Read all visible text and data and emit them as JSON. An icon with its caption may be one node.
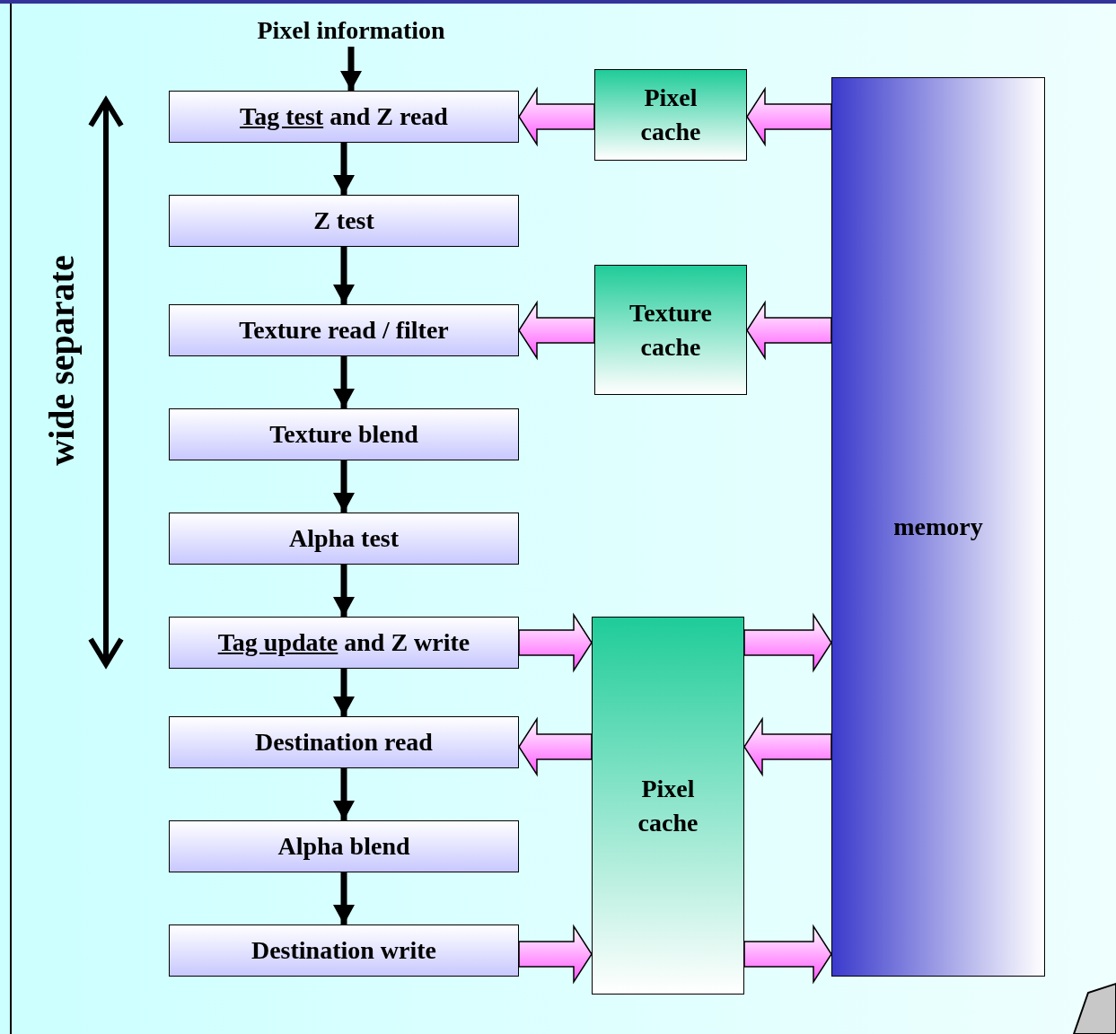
{
  "diagram": {
    "nodes": [
      {
        "text": [
          "Pixel information"
        ]
      },
      {
        "text": [
          "Tag test and Z read"
        ]
      },
      {
        "text": [
          "Z test"
        ]
      },
      {
        "text": [
          "Texture read / filter"
        ]
      },
      {
        "text": [
          "Texture blend"
        ]
      },
      {
        "text": [
          "Alpha test"
        ]
      },
      {
        "text": [
          "Tag update and Z write"
        ]
      },
      {
        "text": [
          "Destination read"
        ]
      },
      {
        "text": [
          "Alpha blend"
        ]
      },
      {
        "text": [
          "Destination write"
        ]
      },
      {
        "text": [
          "Pixel cache"
        ]
      },
      {
        "text": [
          "Texture cache"
        ]
      },
      {
        "text": [
          "Pixel cache"
        ]
      },
      {
        "text": [
          "memory"
        ]
      }
    ],
    "edges": [
      {
        "from": 0,
        "to": 1,
        "arrow": "to",
        "color": "#000000"
      },
      {
        "from": 1,
        "to": 2,
        "arrow": "to",
        "color": "#000000"
      },
      {
        "from": 2,
        "to": 3,
        "arrow": "to",
        "color": "#000000"
      },
      {
        "from": 3,
        "to": 4,
        "arrow": "to",
        "color": "#000000"
      },
      {
        "from": 4,
        "to": 5,
        "arrow": "to",
        "color": "#000000"
      },
      {
        "from": 5,
        "to": 6,
        "arrow": "to",
        "color": "#000000"
      },
      {
        "from": 6,
        "to": 7,
        "arrow": "to",
        "color": "#000000"
      },
      {
        "from": 7,
        "to": 8,
        "arrow": "to",
        "color": "#000000"
      },
      {
        "from": 8,
        "to": 9,
        "arrow": "to",
        "color": "#000000"
      },
      {
        "from": 10,
        "to": 1,
        "arrow": "to",
        "style": "thick"
      },
      {
        "from": 13,
        "to": 10,
        "arrow": "to",
        "style": "thick"
      },
      {
        "from": 11,
        "to": 3,
        "arrow": "to",
        "style": "thick"
      },
      {
        "from": 13,
        "to": 11,
        "arrow": "to",
        "style": "thick"
      },
      {
        "from": 6,
        "to": 12,
        "arrow": "to",
        "style": "thick"
      },
      {
        "from": 12,
        "to": 13,
        "arrow": "to",
        "style": "thick"
      },
      {
        "from": 12,
        "to": 7,
        "arrow": "to",
        "style": "thick"
      },
      {
        "from": 13,
        "to": 12,
        "arrow": "to",
        "style": "thick"
      },
      {
        "from": 9,
        "to": 12,
        "arrow": "to",
        "style": "thick"
      },
      {
        "from": 12,
        "to": 13,
        "arrow": "to",
        "style": "thick"
      }
    ],
    "labels": [
      "wide separate"
    ]
  }
}
